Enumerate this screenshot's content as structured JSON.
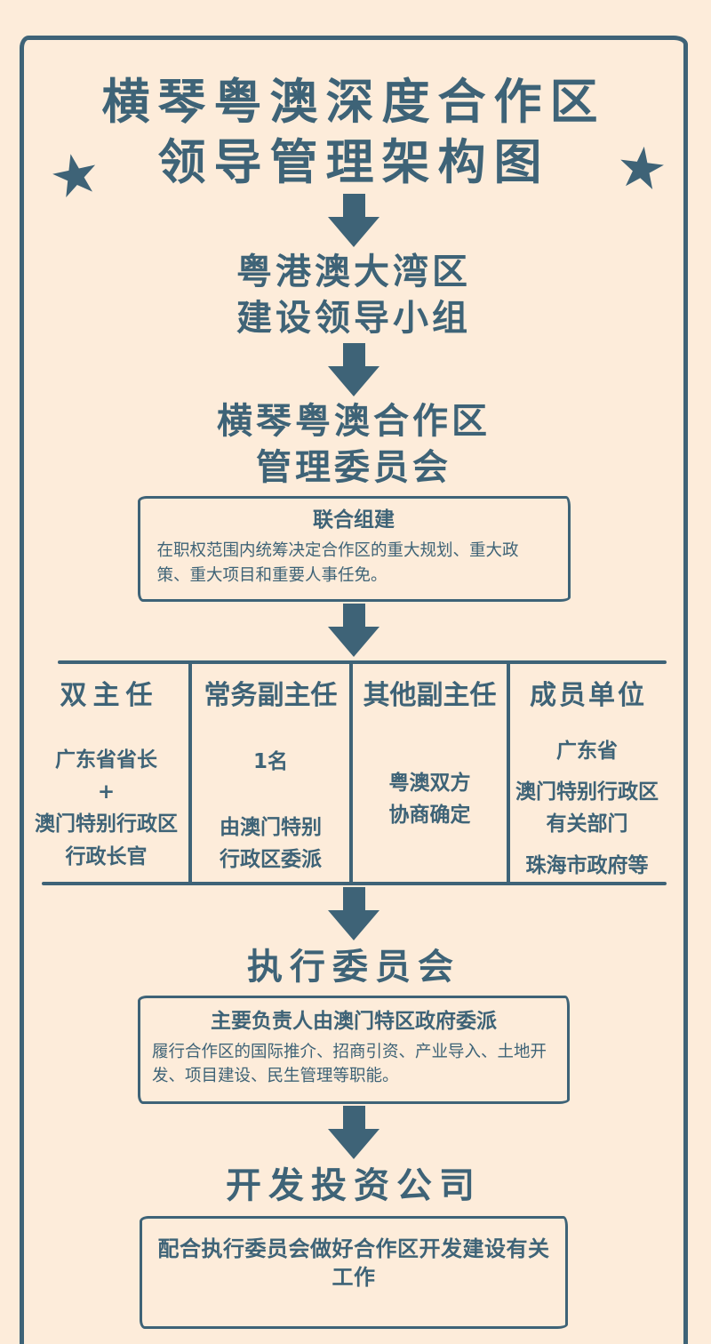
{
  "colors": {
    "background": "#fdecda",
    "ink": "#3e6377"
  },
  "decor": {
    "star": "★"
  },
  "title": {
    "line1": "横琴粤澳深度合作区",
    "line2": "领导管理架构图"
  },
  "nodes": {
    "gba_group": {
      "line1": "粤港澳大湾区",
      "line2": "建设领导小组"
    },
    "mgmt_committee": {
      "line1": "横琴粤澳合作区",
      "line2": "管理委员会"
    },
    "exec_committee": {
      "label": "执行委员会"
    },
    "dev_company": {
      "label": "开发投资公司"
    }
  },
  "boxes": {
    "joint_formation": {
      "title": "联合组建",
      "body": "在职权范围内统筹决定合作区的重大规划、重大政策、重大项目和重要人事任免。"
    },
    "exec_committee": {
      "title": "主要负责人由澳门特区政府委派",
      "body": "履行合作区的国际推介、招商引资、产业导入、土地开发、项目建设、民生管理等职能。"
    },
    "dev_company": {
      "title": "配合执行委员会做好合作区开发建设有关工作"
    }
  },
  "table": {
    "columns": [
      {
        "header": "双主任",
        "lines": [
          "广东省省长",
          "+",
          "澳门特别行政区",
          "行政长官"
        ]
      },
      {
        "header": "常务副主任",
        "lines": [
          "1名",
          "由澳门特别",
          "行政区委派"
        ]
      },
      {
        "header": "其他副主任",
        "lines": [
          "粤澳双方",
          "协商确定"
        ]
      },
      {
        "header": "成员单位",
        "lines": [
          "广东省",
          "澳门特别行政区",
          "有关部门",
          "珠海市政府等"
        ]
      }
    ]
  }
}
